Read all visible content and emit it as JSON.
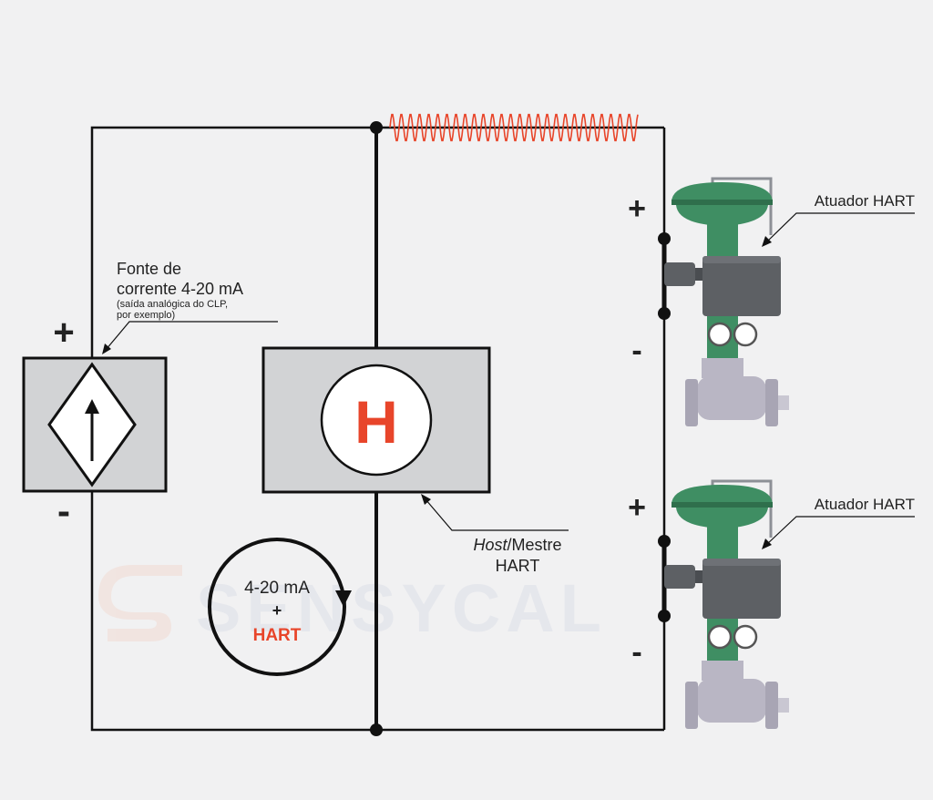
{
  "source": {
    "label_line1": "Fonte de",
    "label_line2": "corrente 4-20 mA",
    "note_line1": "(saída analógica do CLP,",
    "note_line2": "por exemplo)",
    "plus": "+",
    "minus": "-"
  },
  "host": {
    "symbol": "H",
    "label_italic": "Host",
    "label_rest": "/Mestre",
    "label_line2": "HART"
  },
  "loop": {
    "line1": "4-20 mA",
    "line2": "+",
    "line3": "HART"
  },
  "actuators": [
    {
      "label": "Atuador HART",
      "plus": "+",
      "minus": "-"
    },
    {
      "label": "Atuador HART",
      "plus": "+",
      "minus": "-"
    }
  ],
  "watermark": "SENSYCAL",
  "colors": {
    "accent": "#e8452a",
    "wire": "#111111",
    "box_fill": "#d2d3d5",
    "valve_green": "#3f8e63",
    "valve_grey": "#5d6064",
    "body_lilac": "#b9b6c4"
  }
}
